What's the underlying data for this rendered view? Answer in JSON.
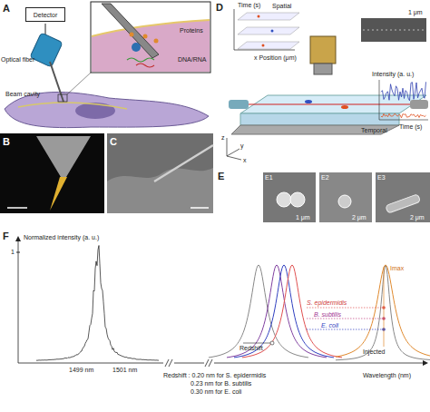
{
  "diagram": {
    "nodes": [
      {
        "text": [
          "Detector"
        ]
      }
    ],
    "labels": [
      "A",
      "Optical fiber",
      "Beam cavity",
      "Proteins",
      "DNA/RNA",
      "B",
      "C",
      "D",
      "Time (s)",
      "Spatial",
      "x Position (μm)",
      "1 μm",
      "Intensity (a. u.)",
      "Time (s)",
      "Temporal",
      "z",
      "y",
      "x",
      "E",
      "E1",
      "1 μm",
      "E2",
      "2 μm",
      "E3",
      "2 μm",
      "F",
      "Normalized intensity (a. u.)",
      "1",
      "1499 nm",
      "1501 nm",
      "S. epidermidis",
      "B. subtilis",
      "E. coli",
      "Redshift",
      "Imax",
      "Injected",
      "Redshift : 0.20 nm for S. epidermidis",
      "0.23 nm for B. subtilis",
      "0.30 nm for E. coli",
      "Wavelength (nm)"
    ]
  }
}
